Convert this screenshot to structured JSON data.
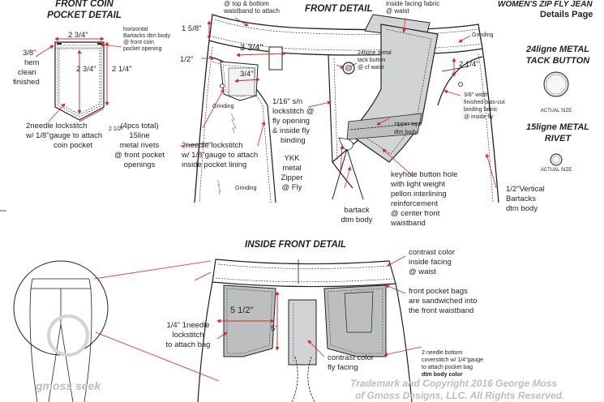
{
  "header": {
    "product": "WOMEN'S ZIP FLY JEAN",
    "page": "Details Page"
  },
  "front_coin": {
    "title_line1": "FRONT COIN",
    "title_line2": "POCKET DETAIL",
    "width": "2 3/4\"",
    "height": "2 3/4\"",
    "side": "2 1/4\"",
    "bottom": "2 1/2\"",
    "hem_l1": "3/8\"",
    "hem_l2": "hem",
    "hem_l3": "clean",
    "hem_l4": "finished",
    "bartack_l1": "horizontal",
    "bartack_l2": "Bartacks dtm body",
    "bartack_l3": "@ front coin",
    "bartack_l4": "pocket opening",
    "stitch_l1": "2needle lockstitch",
    "stitch_l2": "w/ 1/8\"gauge to attach",
    "stitch_l3": "coin pocket"
  },
  "front_detail": {
    "title": "FRONT DETAIL",
    "waistband_l1": "@ top & bottom",
    "waistband_l2": "waistband to attach",
    "m_1_5_8": "1 5/8\"",
    "m_3_3_4": "3 3/4\"",
    "m_1_2": "1/2\"",
    "m_3_4": "3/4\"",
    "m_2_1_4": "2 1/4\"",
    "inside_facing_l1": "inside facing fabric",
    "inside_facing_l2": "@ waist",
    "grinding_top": "Grinding",
    "grinding_pocket": "Grinding",
    "grinding_legend": "Grinding",
    "tack_l1": "24ligne metal",
    "tack_l2": "tack button",
    "tack_l3": "@ cf waist",
    "lockstitch_l1": "1/16\" s/n",
    "lockstitch_l2": "lockstitch @",
    "lockstitch_l3": "fly opening",
    "lockstitch_l4": "& inside fly",
    "lockstitch_l5": "binding",
    "rivets_l1": "(4pcs total)",
    "rivets_l2": "15line",
    "rivets_l3": "metal rivets",
    "rivets_l4": "@ front pocket",
    "rivets_l5": "openings",
    "lining_l1": "2needle lockstitch",
    "lining_l2": "w/ 1/8\"gauge to attach",
    "lining_l3": "inside pocket lining",
    "zipper_l1": "YKK",
    "zipper_l2": "metal",
    "zipper_l3": "Zipper",
    "zipper_l4": "@ Fly",
    "bartack_l1": "bartack",
    "bartack_l2": "dtm body",
    "zip_tape_l1": "zipper tape",
    "zip_tape_l2": "dtm body",
    "bias_l1": "3/8\" width",
    "bias_l2": "finished bias-cut",
    "bias_l3": "binding fabric",
    "bias_l4": "@ inside fly",
    "keyhole_l1": "keyhole button hole",
    "keyhole_l2": "with light weight",
    "keyhole_l3": "pellon interlining",
    "keyhole_l4": "reinforcement",
    "keyhole_l5": "@ center front",
    "keyhole_l6": "waistband",
    "vbartack_l1": "1/2\"Vertical",
    "vbartack_l2": "Bartacks",
    "vbartack_l3": "dtm body"
  },
  "hardware": {
    "button_l1": "24ligne METAL",
    "button_l2": "TACK BUTTON",
    "button_size": "ACTUAL SIZE",
    "rivet_l1": "15ligne METAL",
    "rivet_l2": "RIVET",
    "rivet_size": "ACTUAL SIZE"
  },
  "inside_front": {
    "title": "INSIDE FRONT DETAIL",
    "m_5_1_2": "5 1/2\"",
    "m_5": "5\"",
    "facing_l1": "contrast color",
    "facing_l2": "inside facing",
    "facing_l3": "@ waist",
    "bags_l1": "front pocket bags",
    "bags_l2": "are sandwiched into",
    "bags_l3": "the front waistband",
    "attach_l1": "1/4\" 1needle",
    "attach_l2": "lockstitch",
    "attach_l3": "to attach bag",
    "fly_l1": "contrast color",
    "fly_l2": "fly facing",
    "cover_l1": "2 needle bottom",
    "cover_l2": "coverstitch w/ 1/4\"gauge",
    "cover_l3": "to attach pocket bag",
    "cover_l4": "dtm body color"
  },
  "footer": {
    "watermark": "gmoss seek",
    "copyright_l1": "Trademark and Copyright 2016 George Moss",
    "copyright_l2": "of Gmoss Designs, LLC. All Rights Reserved."
  },
  "colors": {
    "callout": "#e2231a",
    "ink": "#231f20",
    "pocket_fill": "#bcbec0",
    "facing_fill": "#d1d3d4"
  }
}
